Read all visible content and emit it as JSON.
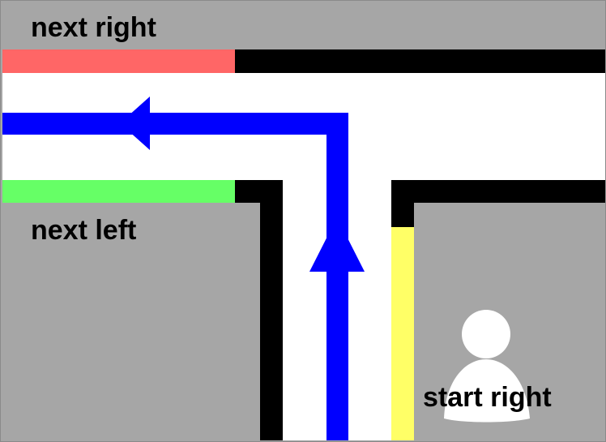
{
  "labels": {
    "next_right": "next right",
    "next_left": "next left",
    "start_right": "start right"
  },
  "colors": {
    "background": "#a6a6a6",
    "road": "#ffffff",
    "curb": "#000000",
    "next_right_marker": "#ff6666",
    "next_left_marker": "#66ff66",
    "start_right_marker": "#ffff66",
    "route_arrow": "#0000ff",
    "person": "#ffffff"
  },
  "icons": {
    "person": "person-icon"
  }
}
